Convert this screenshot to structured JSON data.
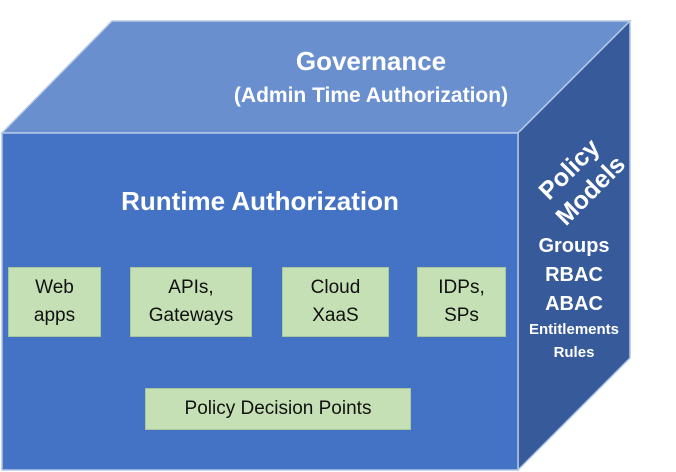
{
  "diagram": {
    "colors": {
      "top_face": "#6a8fcf",
      "front_face": "#4472c4",
      "side_face": "#365a9a",
      "component_box": "#c5e0b4",
      "edge": "#b4c7e7"
    },
    "top_face": {
      "title": "Governance",
      "subtitle": "(Admin Time Authorization)"
    },
    "front_face": {
      "title": "Runtime Authorization",
      "components": [
        {
          "line1": "Web",
          "line2": "apps"
        },
        {
          "line1": "APIs,",
          "line2": "Gateways"
        },
        {
          "line1": "Cloud",
          "line2": "XaaS"
        },
        {
          "line1": "IDPs,",
          "line2": "SPs"
        }
      ],
      "decision_points": "Policy Decision Points"
    },
    "side_face": {
      "title_line1": "Policy",
      "title_line2": "Models",
      "items": [
        "Groups",
        "RBAC",
        "ABAC",
        "Entitlements",
        "Rules"
      ]
    }
  }
}
